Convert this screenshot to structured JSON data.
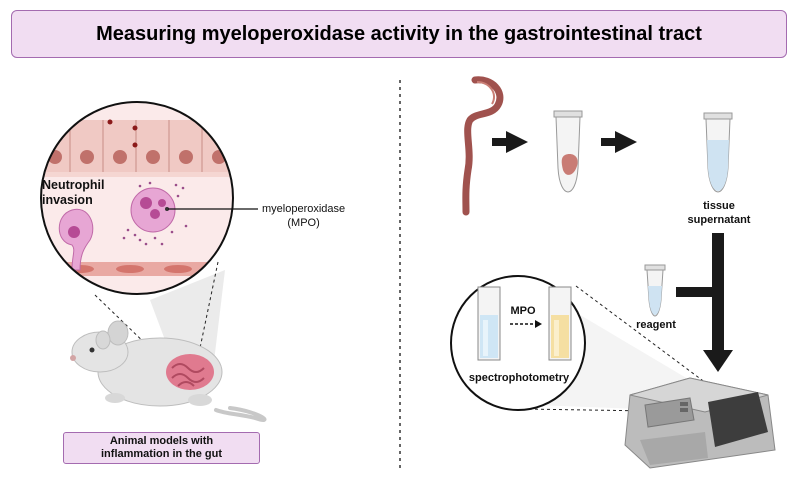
{
  "title": "Measuring myeloperoxidase activity in the gastrointestinal tract",
  "left_panel": {
    "zoom_label_line1": "Neutrophil",
    "zoom_label_line2": "invasion",
    "mpo_label_line1": "myeloperoxidase",
    "mpo_label_line2": "(MPO)",
    "caption_line1": "Animal models with",
    "caption_line2": "inflammation in the gut"
  },
  "right_panel": {
    "supernatant_line1": "tissue",
    "supernatant_line2": "supernatant",
    "reagent_label": "reagent",
    "mpo_arrow_label": "MPO",
    "spectro_label": "spectrophotometry"
  },
  "colors": {
    "title_fill": "#f1ddf2",
    "title_border": "#a46bb0",
    "tissue": "#a0524e",
    "neutrophil": "#d98fc4",
    "arrow": "#1a1a1a"
  }
}
